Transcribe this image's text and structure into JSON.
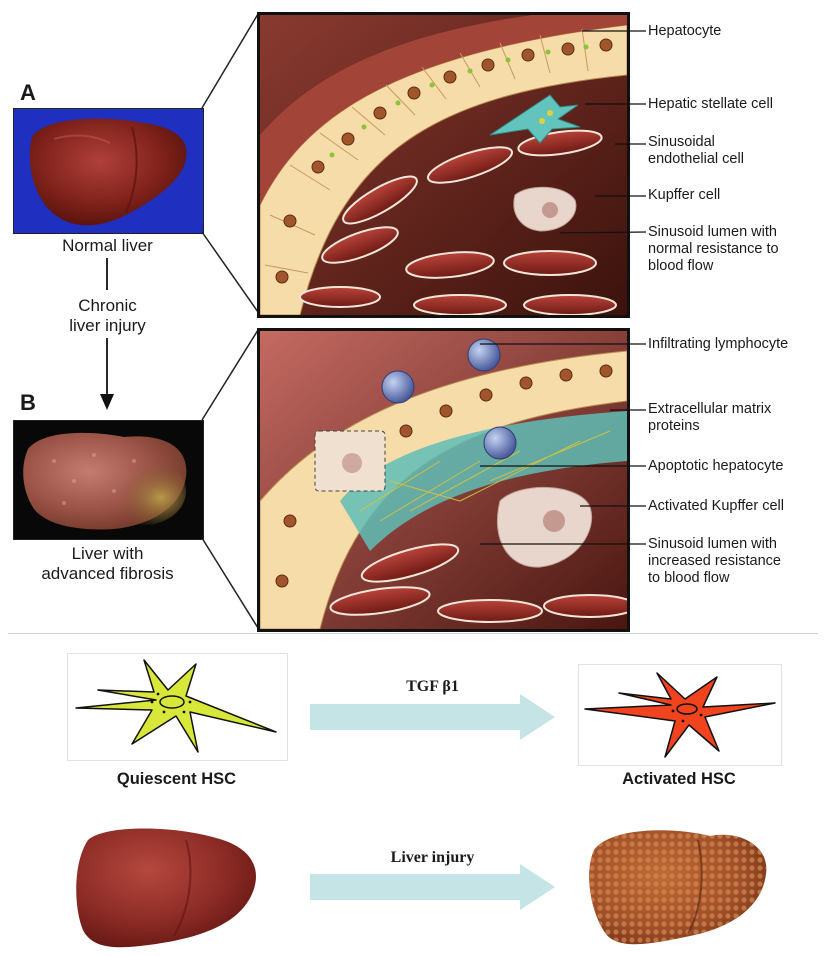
{
  "figure_top": {
    "panel_a": {
      "letter": "A",
      "photo_caption": "Normal liver",
      "callouts": [
        "Hepatocyte",
        "Hepatic stellate cell",
        "Sinusoidal\nendothelial cell",
        "Kupffer cell",
        "Sinusoid lumen with\nnormal resistance to\nblood flow"
      ]
    },
    "transition": {
      "label": "Chronic\nliver injury"
    },
    "panel_b": {
      "letter": "B",
      "photo_caption": "Liver with\nadvanced fibrosis",
      "callouts": [
        "Infiltrating lymphocyte",
        "Extracellular matrix\nproteins",
        "Apoptotic hepatocyte",
        "Activated Kupffer cell",
        "Sinusoid lumen with\nincreased resistance\nto blood flow"
      ]
    }
  },
  "figure_bottom": {
    "row1": {
      "left_label": "Quiescent HSC",
      "arrow_label": "TGF β1",
      "right_label": "Activated HSC"
    },
    "row2": {
      "arrow_label": "Liver injury"
    }
  },
  "colors": {
    "quiescent_hsc": "#d7e83a",
    "activated_hsc": "#f0431e",
    "arrow_fill": "#c5e4e6",
    "normal_liver": "#8a2a25",
    "fibrotic_liver": "#a2502a",
    "photo_bg_blue": "#1f2fbf",
    "hepatocyte": "#f6dca9",
    "stellate": "#62c4bd"
  }
}
